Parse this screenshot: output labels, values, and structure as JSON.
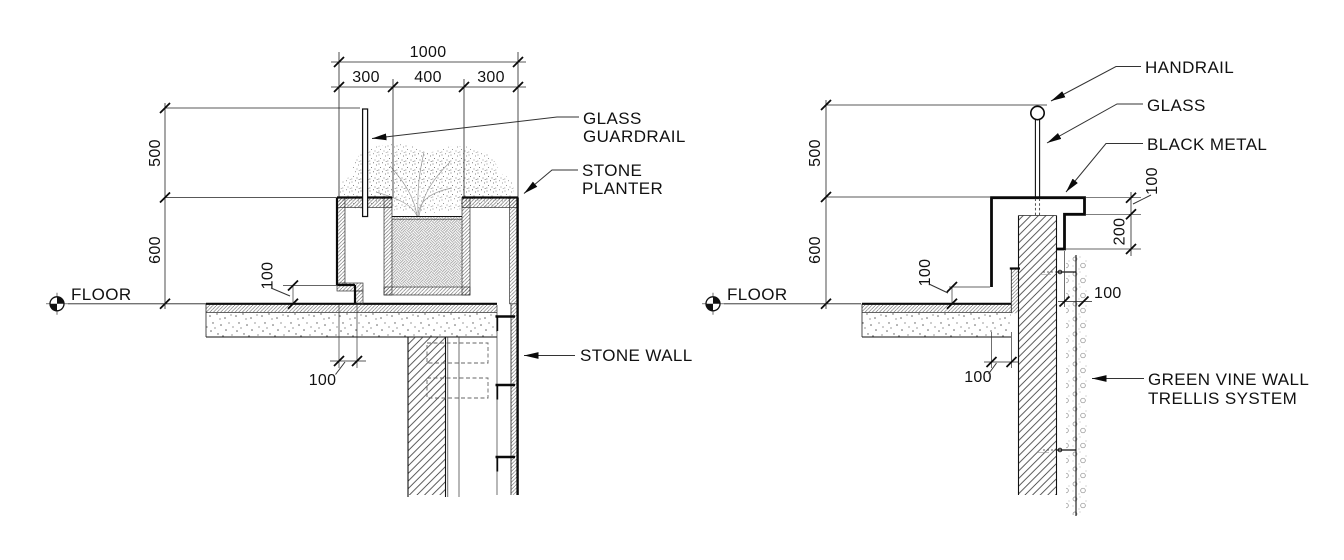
{
  "colors": {
    "ink": "#111111",
    "hatch": "#4a4a4a",
    "background": "#ffffff"
  },
  "left_detail": {
    "labels": {
      "floor": "FLOOR",
      "glass_guardrail_line1": "GLASS",
      "glass_guardrail_line2": "GUARDRAIL",
      "stone_planter_line1": "STONE",
      "stone_planter_line2": "PLANTER",
      "stone_wall": "STONE WALL"
    },
    "dimensions": {
      "total_width": "1000",
      "left_wall_width": "300",
      "inner_width": "400",
      "right_wall_width": "300",
      "guardrail_height": "500",
      "planter_height": "600",
      "plinth_recess_height": "100",
      "plinth_recess_depth": "100"
    }
  },
  "right_detail": {
    "labels": {
      "floor": "FLOOR",
      "handrail": "HANDRAIL",
      "glass": "GLASS",
      "black_metal": "BLACK METAL",
      "trellis_line1": "GREEN VINE WALL",
      "trellis_line2": "TRELLIS SYSTEM"
    },
    "dimensions": {
      "glass_height": "500",
      "parapet_height": "600",
      "cap_height": "100",
      "fascia_height": "200",
      "trellis_offset": "100",
      "skirt_gap_height": "100",
      "skirt_offset": "100"
    }
  }
}
